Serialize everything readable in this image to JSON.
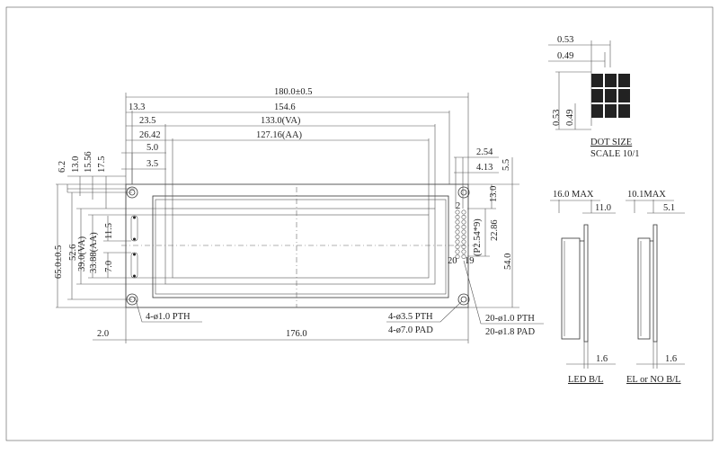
{
  "main_view": {
    "dims_top": {
      "overall": "180.0±0.5",
      "hole_to_hole": "154.6",
      "va": "133.0(VA)",
      "aa": "127.16(AA)",
      "d13_3": "13.3",
      "d23_5": "23.5",
      "d26_42": "26.42",
      "d5_0": "5.0",
      "d3_5": "3.5"
    },
    "dims_left_vertical": {
      "d6_2": "6.2",
      "d13_0": "13.0",
      "d15_56": "15.56",
      "d17_5": "17.5"
    },
    "dims_left_height": {
      "overall": "65.0±0.5",
      "d52_6": "52.6",
      "va": "39.0(VA)",
      "aa": "33.88(AA)",
      "d11_5": "11.5",
      "d7_0": "7.0"
    },
    "dims_right": {
      "d2_54": "2.54",
      "d4_13": "4.13",
      "d5_5": "5.5",
      "d13_0": "13.0",
      "pitch": "(P2.54*9)",
      "d22_86": "22.86",
      "d54_0": "54.0",
      "pin_2": "2",
      "pin_20": "20",
      "pin_19": "19"
    },
    "dims_bottom": {
      "d2_0": "2.0",
      "d176": "176.0"
    },
    "callouts": {
      "pth_4": "4-ø1.0 PTH",
      "pth_35": "4-ø3.5 PTH",
      "pad_70": "4-ø7.0 PAD",
      "pth_20": "20-ø1.0 PTH",
      "pad_20": "20-ø1.8 PAD"
    }
  },
  "dot_detail": {
    "d053_top": "0.53",
    "d049_top": "0.49",
    "d053_left": "0.53",
    "d049_left": "0.49",
    "title": "DOT SIZE",
    "scale": "SCALE 10/1"
  },
  "side_views": {
    "led": {
      "max": "16.0 MAX",
      "d11": "11.0",
      "d16": "1.6",
      "label": "LED B/L"
    },
    "el": {
      "max": "10.1MAX",
      "d51": "5.1",
      "d16": "1.6",
      "label": "EL or NO B/L"
    }
  }
}
